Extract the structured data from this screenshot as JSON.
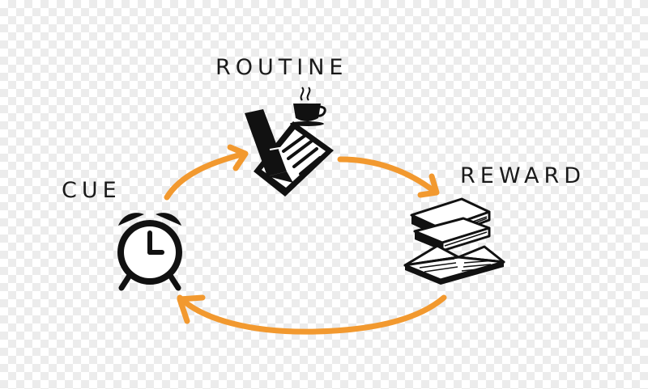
{
  "labels": {
    "routine": "ROUTINE",
    "cue": "CUE",
    "reward": "REWARD"
  },
  "colors": {
    "arrow": "#f2992f",
    "ink": "#111111",
    "paper": "#ffffff"
  },
  "icons": {
    "cue": "alarm-clock-icon",
    "routine": "pen-and-paper-icon",
    "routine_extra": "coffee-cup-icon",
    "reward": "books-icon"
  }
}
